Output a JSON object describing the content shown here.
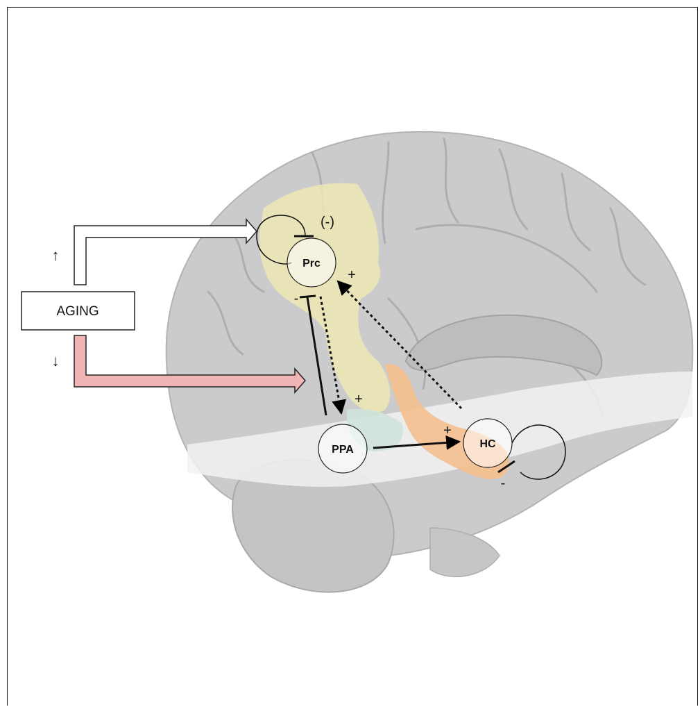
{
  "diagram": {
    "aging_label": "AGING",
    "up_symbol": "↑",
    "down_symbol": "↓",
    "nodes": {
      "prc": "Prc",
      "ppa": "PPA",
      "hc": "HC"
    },
    "signs": {
      "prc_self": "(-)",
      "prc_from_hc": "+",
      "prc_from_ppa": "-",
      "ppa_from_prc": "+",
      "hc_from_ppa": "+",
      "hc_self": "-"
    },
    "colors": {
      "brain": "#c9c9cb",
      "precuneus": "#efe7b4",
      "hippocampus": "#f5c08e",
      "ppa_region": "#cfe3da",
      "aging_decrease": "#f2b5b5",
      "aging_increase": "#ffffff"
    }
  }
}
